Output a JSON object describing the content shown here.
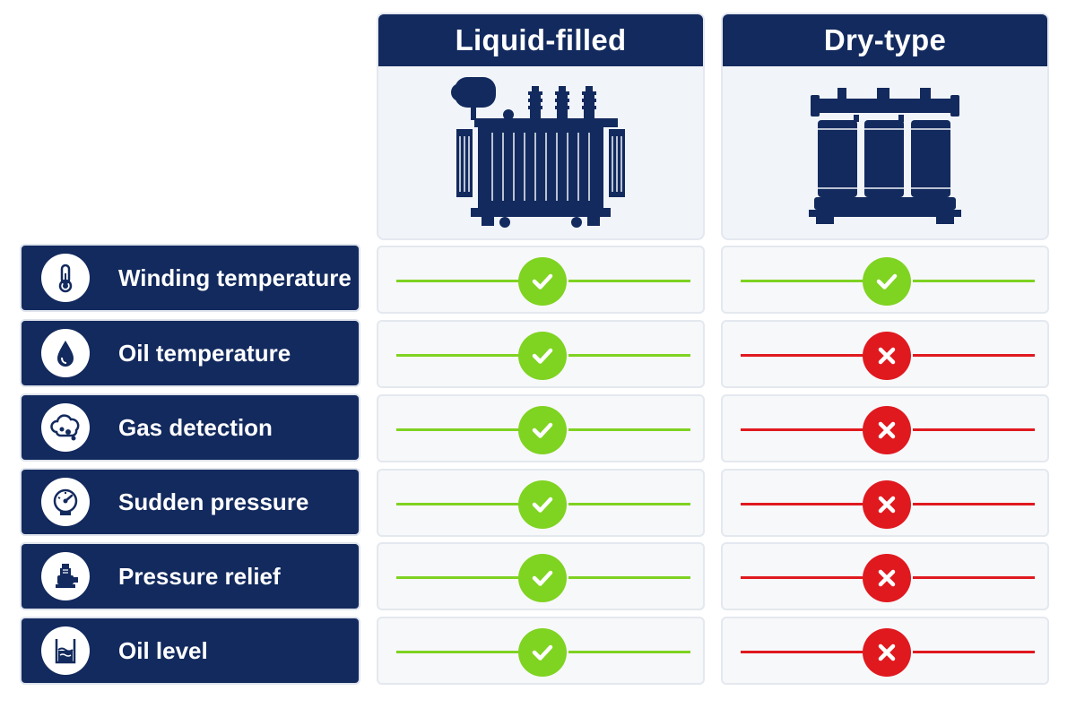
{
  "columns": [
    {
      "title": "Liquid-filled",
      "illustration": "liquid-filled-transformer-icon"
    },
    {
      "title": "Dry-type",
      "illustration": "dry-type-transformer-icon"
    }
  ],
  "rows": [
    {
      "label": "Winding temperature",
      "icon": "thermometer-icon",
      "liquid": true,
      "dry": true
    },
    {
      "label": "Oil temperature",
      "icon": "oil-drop-icon",
      "liquid": true,
      "dry": false
    },
    {
      "label": "Gas detection",
      "icon": "gas-cloud-icon",
      "liquid": true,
      "dry": false
    },
    {
      "label": "Sudden pressure",
      "icon": "pressure-gauge-icon",
      "liquid": true,
      "dry": false
    },
    {
      "label": "Pressure relief",
      "icon": "relief-valve-icon",
      "liquid": true,
      "dry": false
    },
    {
      "label": "Oil level",
      "icon": "oil-level-tank-icon",
      "liquid": true,
      "dry": false
    }
  ],
  "colors": {
    "navy": "#132a5e",
    "yes": "#7fd321",
    "no": "#e0191f"
  }
}
